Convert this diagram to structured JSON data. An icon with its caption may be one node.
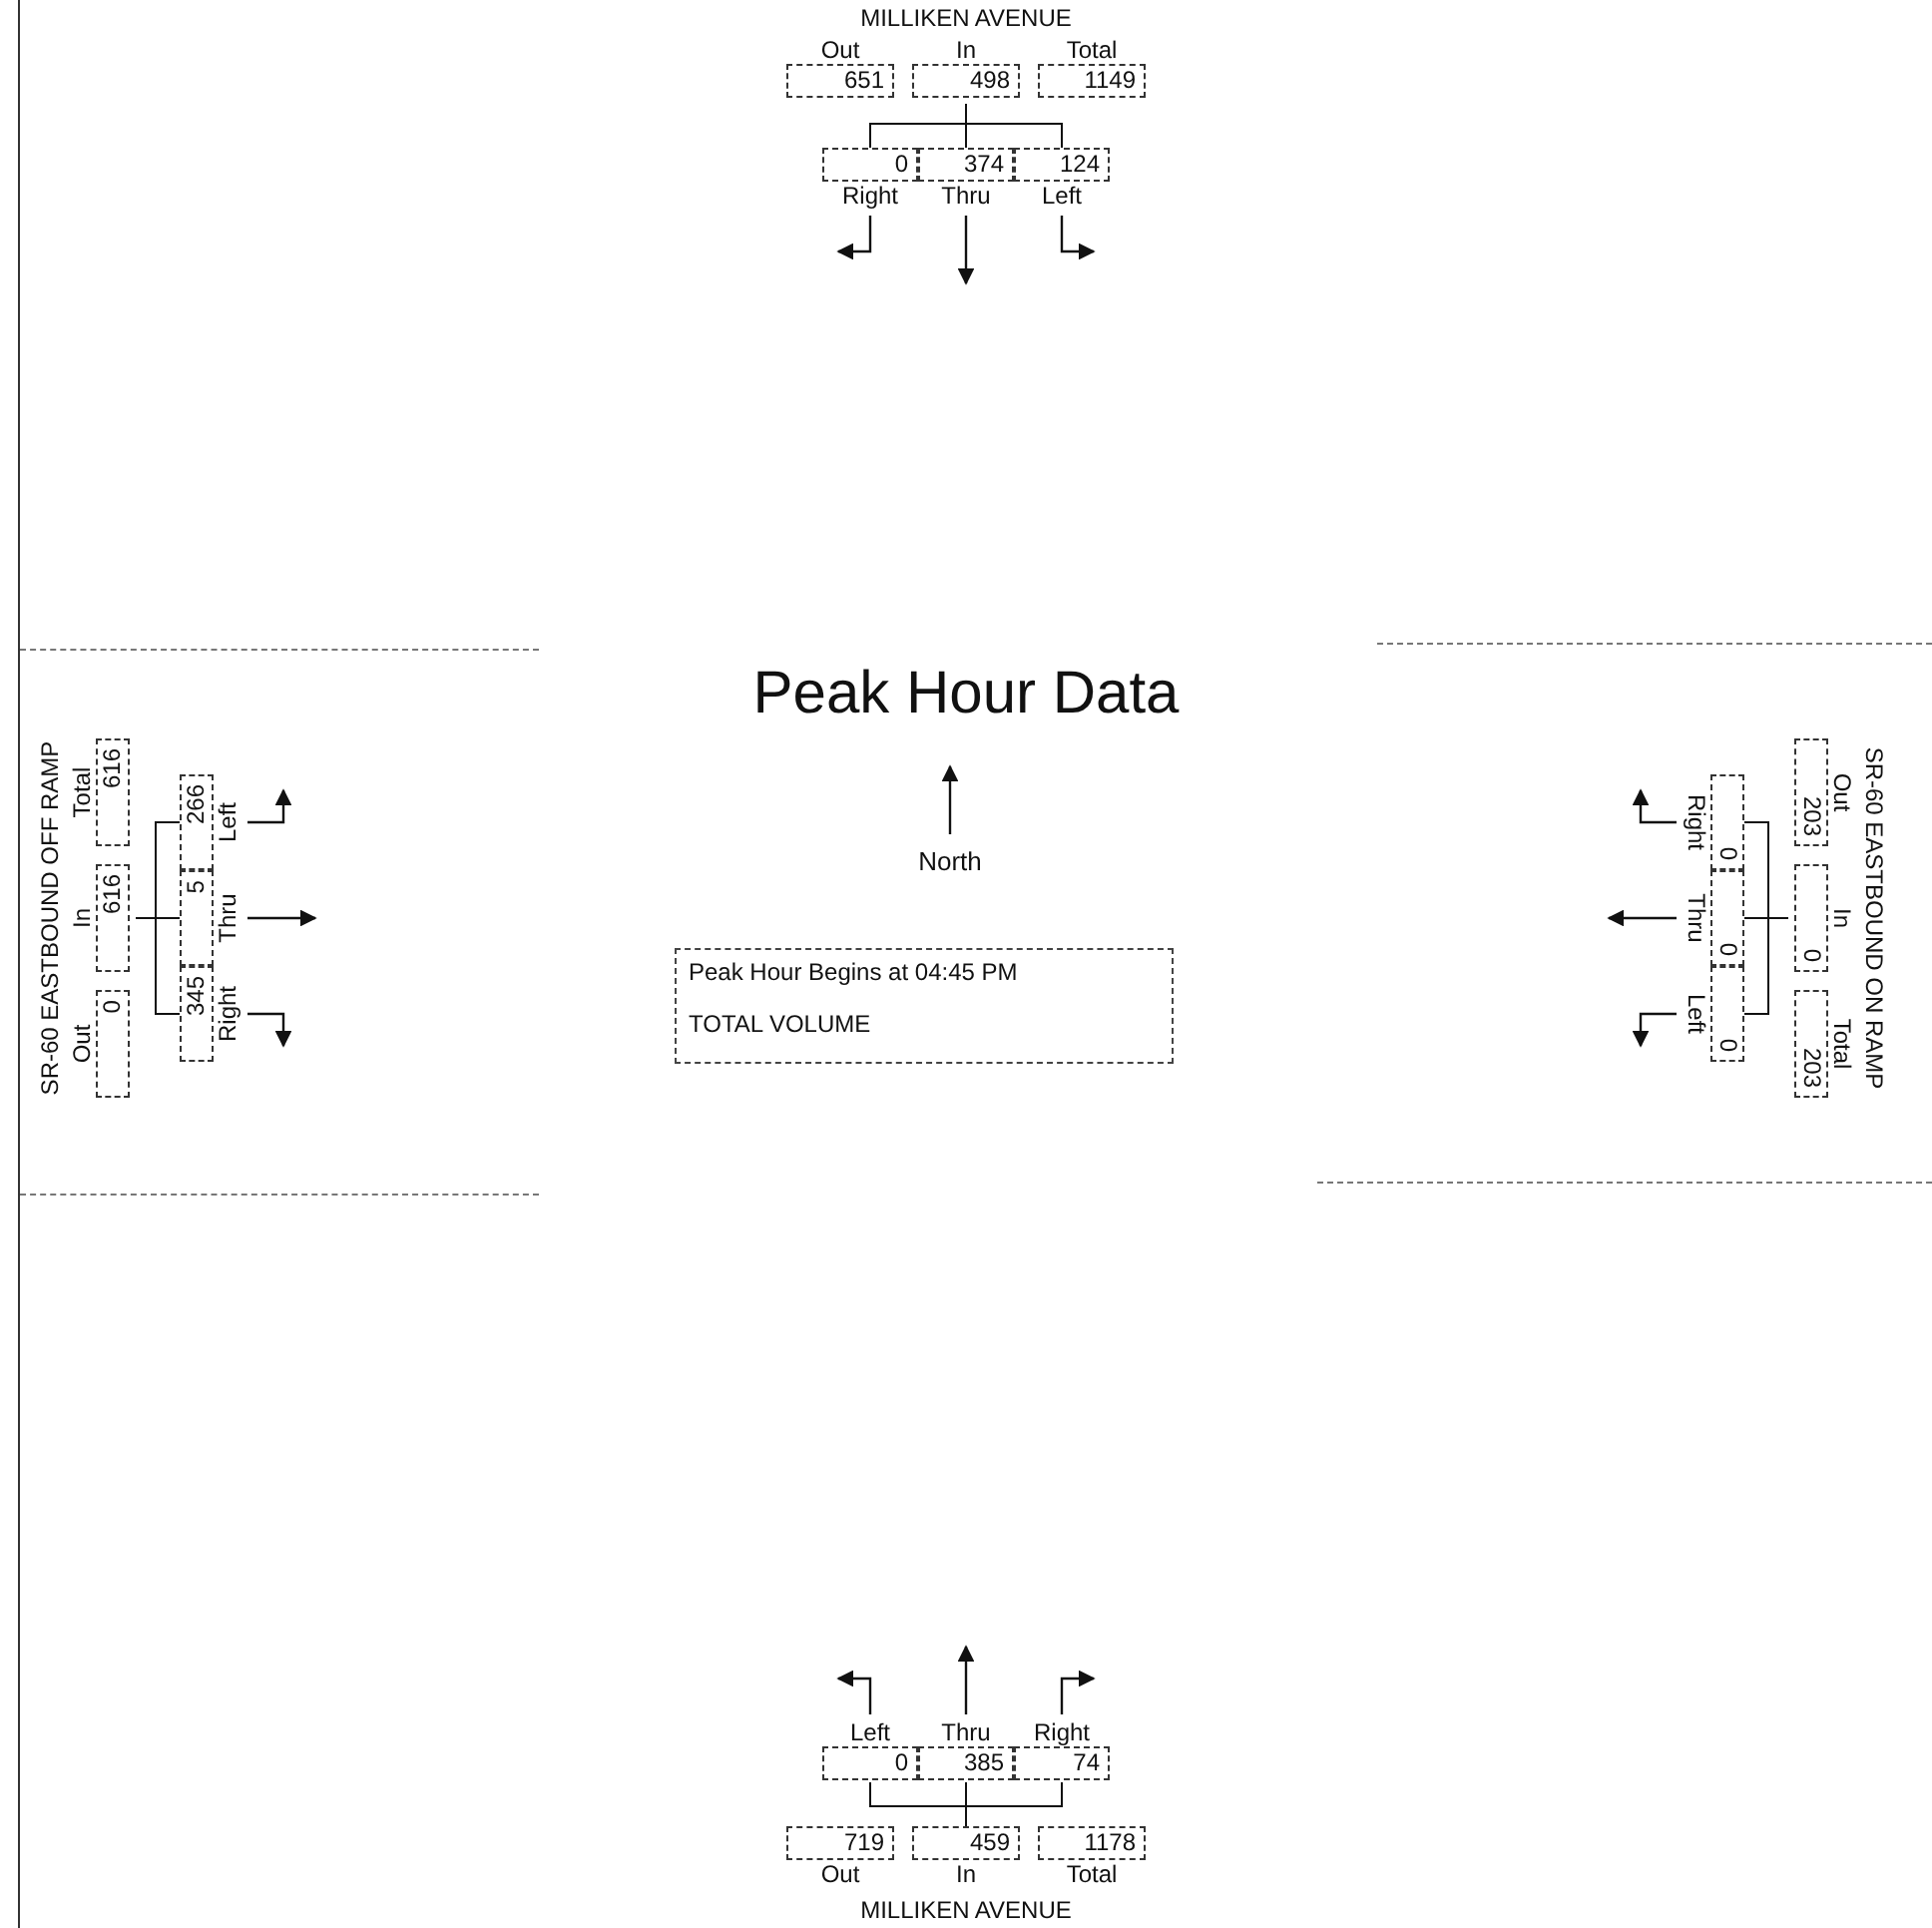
{
  "diagram": {
    "title": "Peak Hour Data",
    "nodes": [
      {
        "text": [
          "Out",
          "651"
        ]
      },
      {
        "text": [
          "In",
          "498"
        ]
      },
      {
        "text": [
          "Total",
          "1149"
        ]
      },
      {
        "text": [
          "0",
          "Right"
        ]
      },
      {
        "text": [
          "374",
          "Thru"
        ]
      },
      {
        "text": [
          "124",
          "Left"
        ]
      },
      {
        "text": [
          "Out",
          "0"
        ]
      },
      {
        "text": [
          "In",
          "616"
        ]
      },
      {
        "text": [
          "Total",
          "616"
        ]
      },
      {
        "text": [
          "345",
          "Right"
        ]
      },
      {
        "text": [
          "5",
          "Thru"
        ]
      },
      {
        "text": [
          "266",
          "Left"
        ]
      },
      {
        "text": [
          "Peak Hour Begins at 04:45 PM",
          "TOTAL VOLUME"
        ]
      },
      {
        "text": [
          "Out",
          "203"
        ]
      },
      {
        "text": [
          "In",
          "0"
        ]
      },
      {
        "text": [
          "Total",
          "203"
        ]
      },
      {
        "text": [
          "0",
          "Right"
        ]
      },
      {
        "text": [
          "0",
          "Thru"
        ]
      },
      {
        "text": [
          "0",
          "Left"
        ]
      },
      {
        "text": [
          "Left",
          "0"
        ]
      },
      {
        "text": [
          "Thru",
          "385"
        ]
      },
      {
        "text": [
          "Right",
          "74"
        ]
      },
      {
        "text": [
          "719",
          "Out"
        ]
      },
      {
        "text": [
          "459",
          "In"
        ]
      },
      {
        "text": [
          "1178",
          "Total"
        ]
      }
    ],
    "edges": [
      {
        "from": 1,
        "to": 3,
        "arrow": "none"
      },
      {
        "from": 1,
        "to": 4,
        "arrow": "none"
      },
      {
        "from": 1,
        "to": 5,
        "arrow": "none"
      },
      {
        "from": 7,
        "to": 9,
        "arrow": "none"
      },
      {
        "from": 7,
        "to": 10,
        "arrow": "none"
      },
      {
        "from": 7,
        "to": 11,
        "arrow": "none"
      },
      {
        "from": 14,
        "to": 16,
        "arrow": "none"
      },
      {
        "from": 14,
        "to": 17,
        "arrow": "none"
      },
      {
        "from": 14,
        "to": 18,
        "arrow": "none"
      },
      {
        "from": 23,
        "to": 19,
        "arrow": "none"
      },
      {
        "from": 23,
        "to": 20,
        "arrow": "none"
      },
      {
        "from": 23,
        "to": 21,
        "arrow": "none"
      }
    ],
    "labels": [
      "MILLIKEN AVENUE",
      "SR-60 EASTBOUND OFF RAMP",
      "North",
      "SR-60 EASTBOUND ON RAMP",
      "MILLIKEN AVENUE"
    ]
  }
}
